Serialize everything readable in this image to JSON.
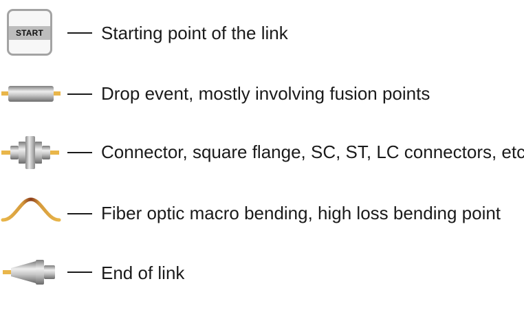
{
  "legend": {
    "start_badge_text": "START",
    "items": [
      {
        "icon": "start-badge-icon",
        "label": "Starting point of the link"
      },
      {
        "icon": "drop-event-icon",
        "label": "Drop event, mostly involving fusion points"
      },
      {
        "icon": "connector-icon",
        "label": "Connector, square flange, SC, ST, LC connectors, etc"
      },
      {
        "icon": "macro-bend-icon",
        "label": "Fiber optic macro bending, high loss bending point"
      },
      {
        "icon": "end-of-link-icon",
        "label": "End of link"
      }
    ]
  },
  "colors": {
    "fiber": "#e9b64a",
    "metal_light": "#e6e6e6",
    "metal_dark": "#8c8c8c",
    "bend_peak": "#8a3a1a",
    "text": "#1a1a1a"
  }
}
